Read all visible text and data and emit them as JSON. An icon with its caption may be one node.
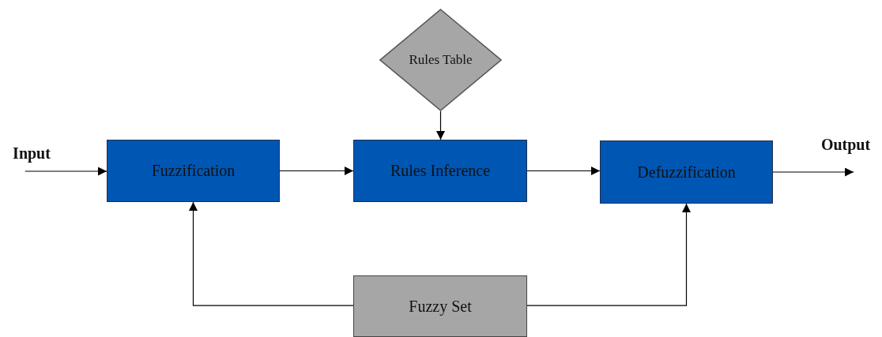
{
  "diagram": {
    "nodes": [
      {
        "text": [
          "Input"
        ]
      },
      {
        "text": [
          "Fuzzification"
        ]
      },
      {
        "text": [
          "Rules Table"
        ]
      },
      {
        "text": [
          "Rules Inference"
        ]
      },
      {
        "text": [
          "Defuzzification"
        ]
      },
      {
        "text": [
          "Output"
        ]
      },
      {
        "text": [
          "Fuzzy Set"
        ]
      }
    ],
    "edges": [
      {
        "from": 0,
        "to": 1,
        "arrow": "to"
      },
      {
        "from": 1,
        "to": 3,
        "arrow": "to"
      },
      {
        "from": 2,
        "to": 3,
        "arrow": "to"
      },
      {
        "from": 3,
        "to": 4,
        "arrow": "to"
      },
      {
        "from": 4,
        "to": 5,
        "arrow": "to"
      },
      {
        "from": 6,
        "to": 1,
        "arrow": "to"
      },
      {
        "from": 6,
        "to": 4,
        "arrow": "to"
      }
    ]
  }
}
